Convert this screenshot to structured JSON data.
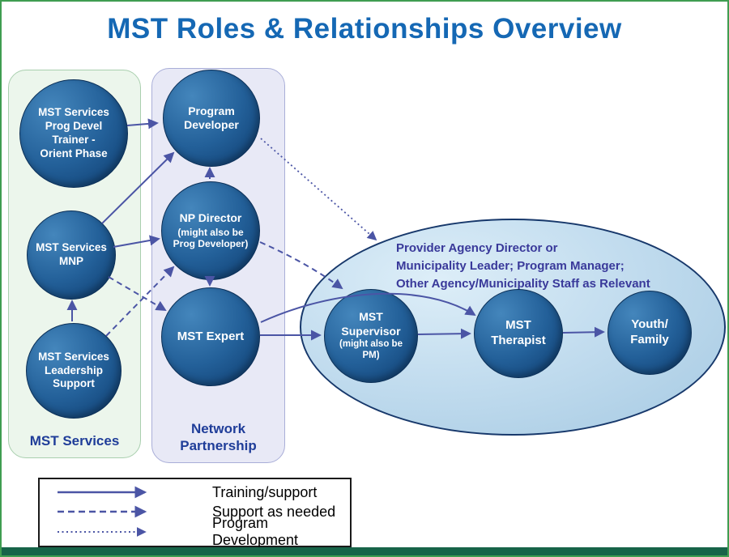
{
  "title": "MST Roles & Relationships Overview",
  "left_panel": {
    "label": "MST Services",
    "circles": {
      "trainer": "MST Services\nProg Devel\nTrainer -\nOrient Phase",
      "mnp": "MST Services\nMNP",
      "leadership": "MST Services\nLeadership\nSupport"
    }
  },
  "mid_panel": {
    "label": "Network\nPartnership",
    "circles": {
      "program_developer": "Program\nDeveloper",
      "np_director": {
        "main": "NP Director",
        "sub": "(might also be\nProg Developer)"
      },
      "mst_expert": "MST Expert"
    }
  },
  "ellipse": {
    "header": "Provider Agency Director or\nMunicipality Leader; Program Manager;\nOther Agency/Municipality Staff as Relevant",
    "circles": {
      "supervisor": {
        "main": "MST\nSupervisor",
        "sub": "(might also be\nPM)"
      },
      "therapist": "MST\nTherapist",
      "youth_family": "Youth/\nFamily"
    }
  },
  "legend": {
    "items": [
      {
        "style": "solid",
        "label": "Training/support"
      },
      {
        "style": "dashed",
        "label": "Support as needed"
      },
      {
        "style": "dotted",
        "label": "Program Development"
      }
    ]
  },
  "colors": {
    "title": "#1568b4",
    "arrow": "#4b55a5",
    "circle_fill": "#14477e",
    "left_panel_fill": "#ecf6ec",
    "mid_panel_fill": "#e8e9f6",
    "ellipse_fill": "#c3ddef",
    "panel_label": "#1f3d99",
    "ellipse_text": "#39399a",
    "bottom_bar": "#176449",
    "page_border": "#3f9d51"
  },
  "connections": [
    {
      "from": "MST Services Prog Devel Trainer - Orient Phase",
      "to": "Program Developer",
      "style": "training-support"
    },
    {
      "from": "MST Services MNP",
      "to": "Program Developer",
      "style": "training-support"
    },
    {
      "from": "MST Services MNP",
      "to": "NP Director",
      "style": "training-support"
    },
    {
      "from": "MST Services Leadership Support",
      "to": "MST Services MNP",
      "style": "training-support"
    },
    {
      "from": "NP Director",
      "to": "Program Developer",
      "style": "training-support"
    },
    {
      "from": "NP Director",
      "to": "MST Expert",
      "style": "training-support"
    },
    {
      "from": "MST Expert",
      "to": "MST Supervisor",
      "style": "training-support"
    },
    {
      "from": "MST Expert",
      "to": "MST Therapist",
      "style": "training-support"
    },
    {
      "from": "MST Supervisor",
      "to": "MST Therapist",
      "style": "training-support"
    },
    {
      "from": "MST Therapist",
      "to": "Youth/Family",
      "style": "training-support"
    },
    {
      "from": "MST Services MNP",
      "to": "MST Expert",
      "style": "support-as-needed"
    },
    {
      "from": "MST Services Leadership Support",
      "to": "NP Director",
      "style": "support-as-needed"
    },
    {
      "from": "NP Director",
      "to": "Provider Agency group",
      "style": "support-as-needed"
    },
    {
      "from": "Program Developer",
      "to": "Provider Agency group",
      "style": "program-development"
    }
  ]
}
